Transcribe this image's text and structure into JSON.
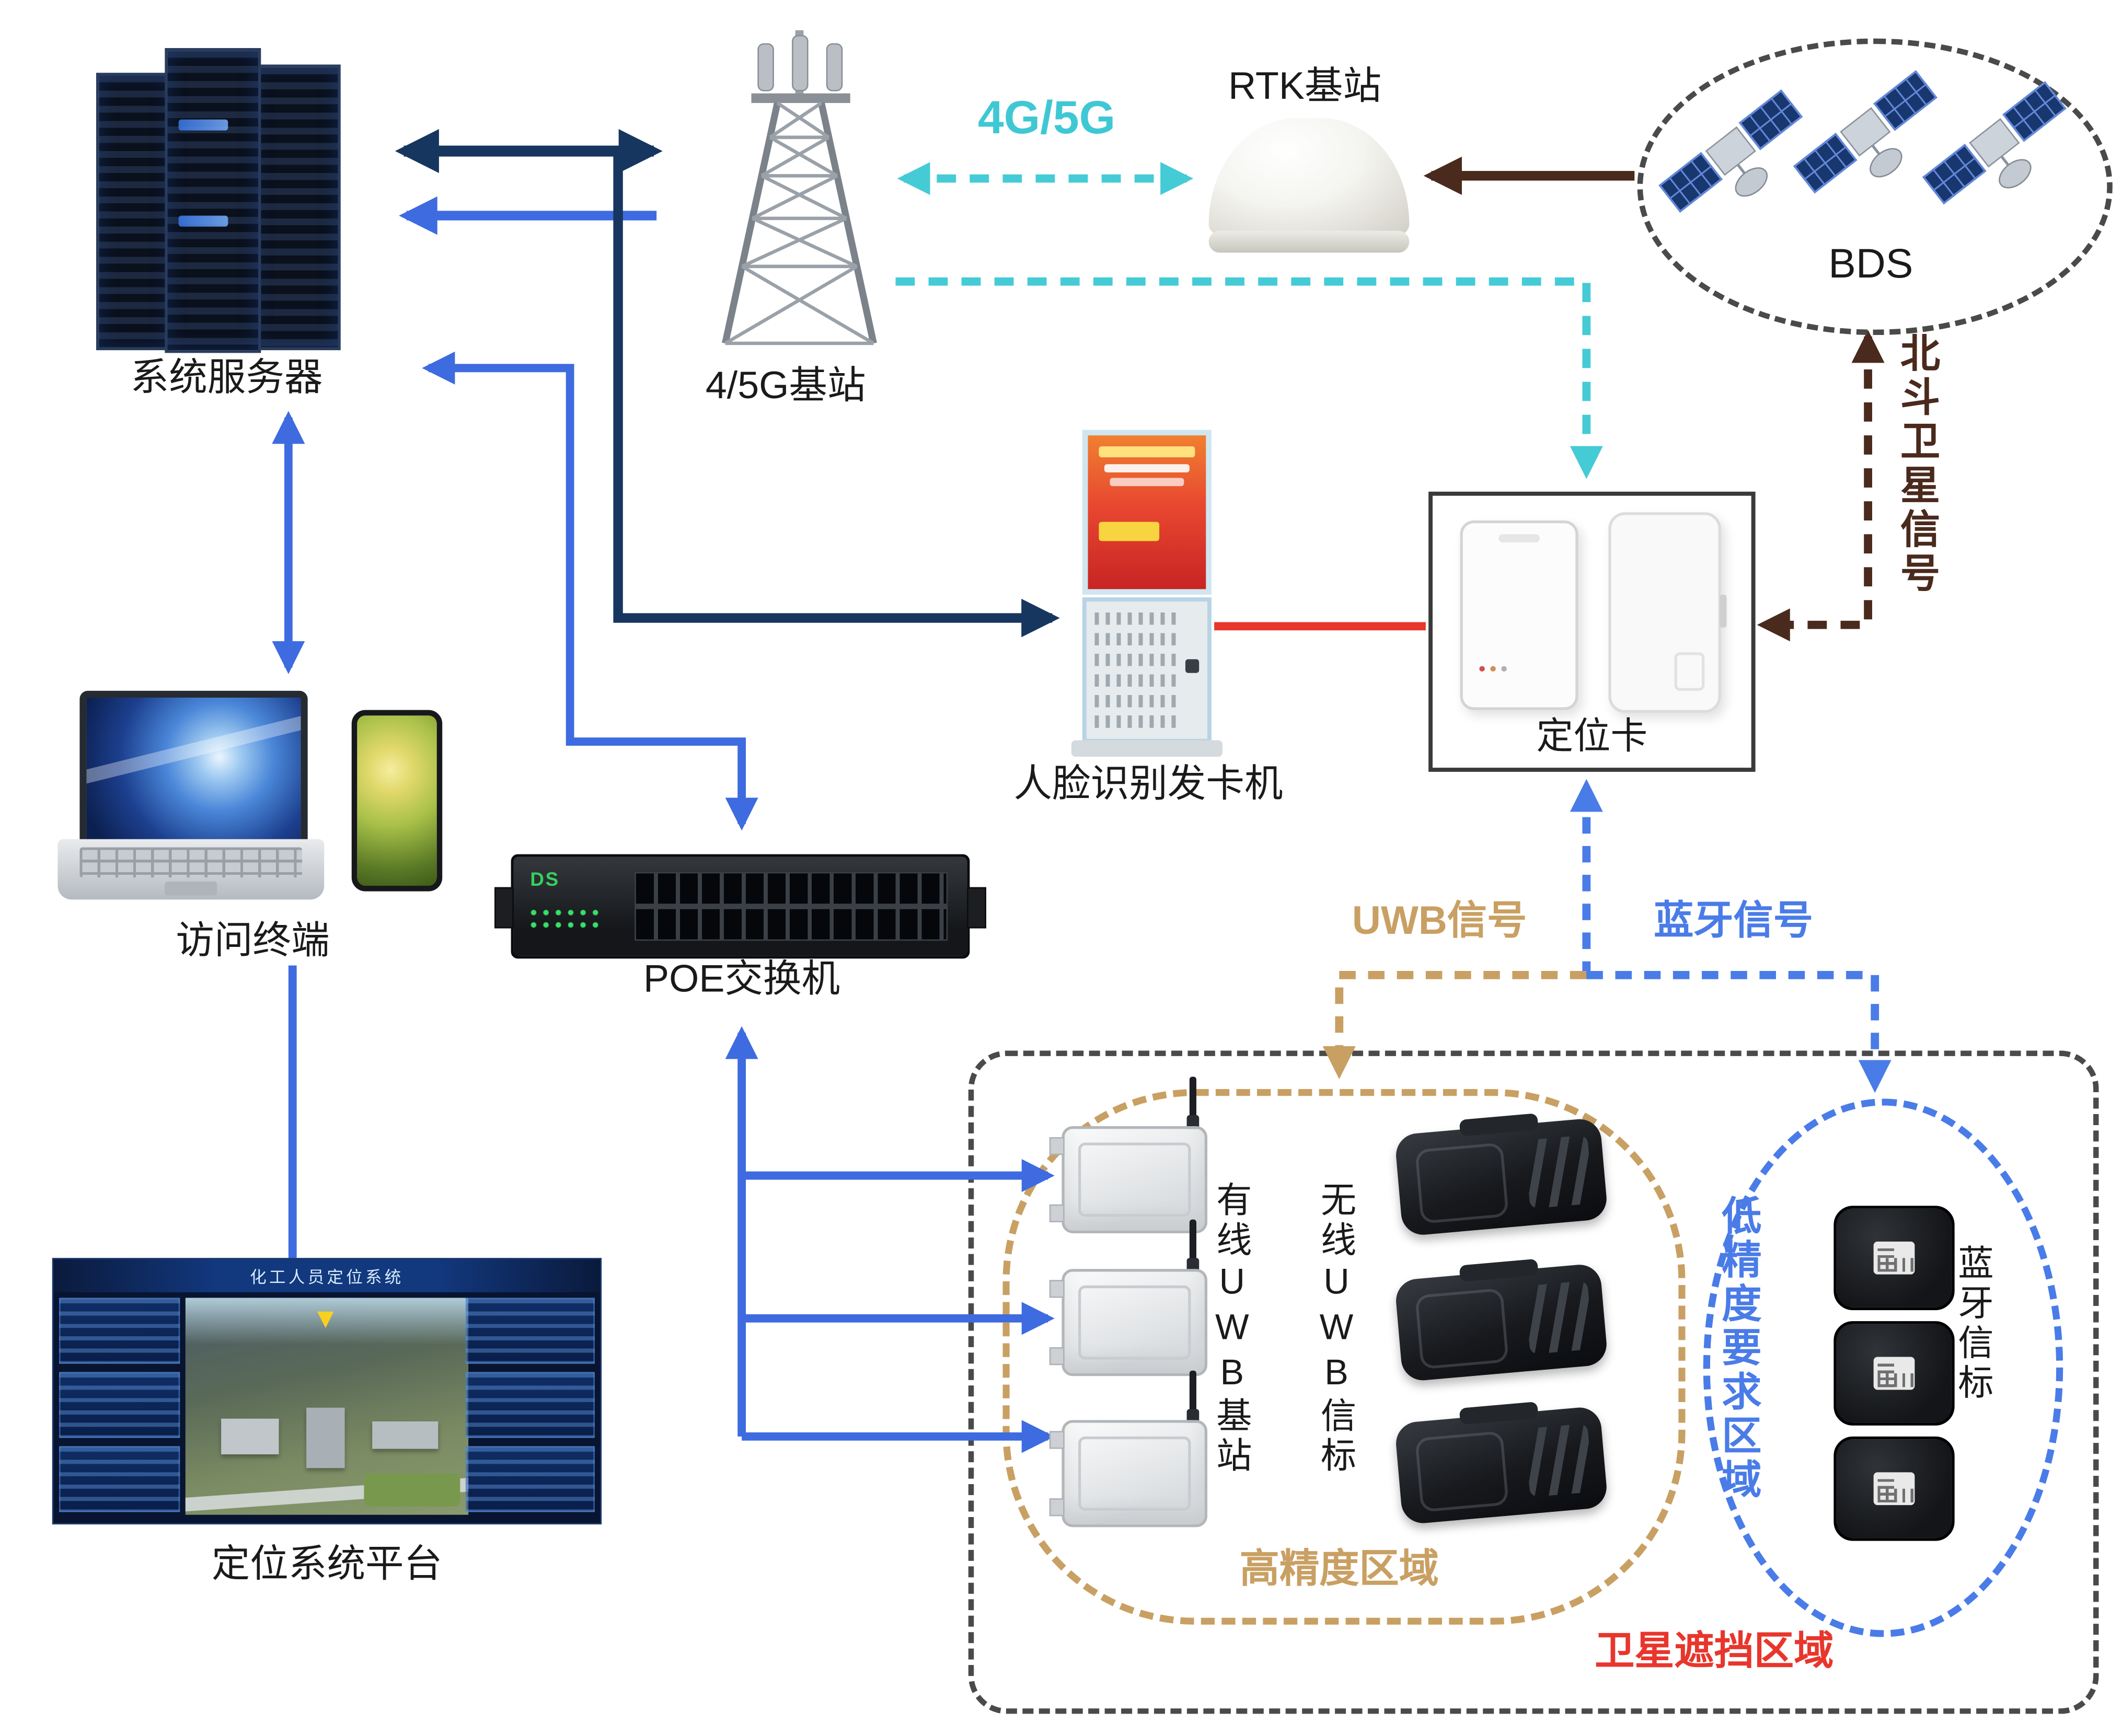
{
  "diagram": {
    "nodes": {
      "server": {
        "label": "系统服务器"
      },
      "base_station": {
        "label": "4/5G基站"
      },
      "rtk": {
        "label": "RTK基站"
      },
      "bds": {
        "label": "BDS"
      },
      "beidou_signal": {
        "label": "北斗卫星信号"
      },
      "kiosk": {
        "label": "人脸识别发卡机"
      },
      "locator_card": {
        "label": "定位卡"
      },
      "terminal": {
        "label": "访问终端"
      },
      "poe_switch": {
        "label": "POE交换机",
        "logo": "DS"
      },
      "platform": {
        "label": "定位系统平台",
        "screen_title": "化工人员定位系统"
      },
      "wired_uwb": {
        "label": "有线UWB基站"
      },
      "wireless_uwb": {
        "label": "无线UWB信标"
      },
      "bt_beacon": {
        "label": "蓝牙信标"
      }
    },
    "signals": {
      "g45": {
        "label": "4G/5G",
        "color": "#3FC8D4"
      },
      "uwb": {
        "label": "UWB信号",
        "color": "#C9A063"
      },
      "bluetooth": {
        "label": "蓝牙信号",
        "color": "#4A7CE8"
      }
    },
    "zones": {
      "high_precision": {
        "label": "高精度区域",
        "color": "#C9A063"
      },
      "low_precision": {
        "label": "低精度要求区域",
        "color": "#4A7CE8"
      },
      "satellite_blocked": {
        "label": "卫星遮挡区域",
        "color": "#E8362C"
      }
    },
    "link_colors": {
      "wired_backbone": "#17365F",
      "lan": "#3E6BE0",
      "cellular": "#45CBD6",
      "satellite": "#4A2A1D",
      "card_issue": "#E8362C"
    }
  }
}
